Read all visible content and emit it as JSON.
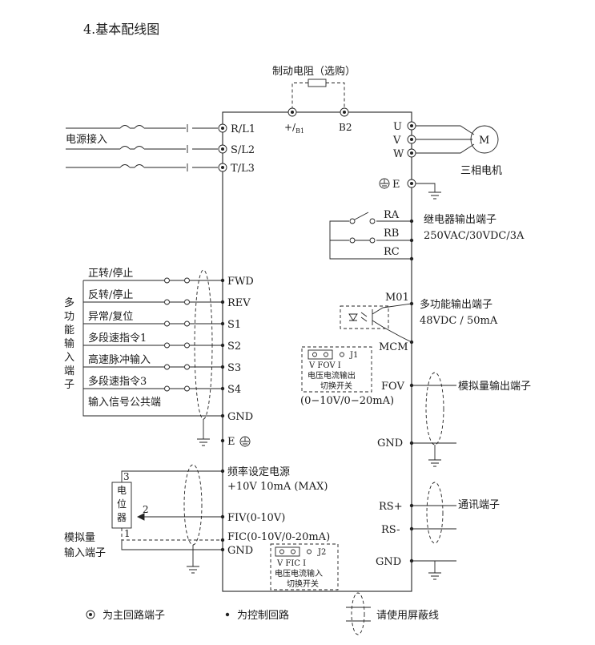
{
  "section_title": "4.基本配线图",
  "brake": {
    "label": "制动电阻（选购）",
    "t1": "+/",
    "t1_sub": "B1",
    "t2": "B2"
  },
  "power": {
    "label": "电源接入",
    "terminals": [
      "R/L1",
      "S/L2",
      "T/L3"
    ]
  },
  "motor": {
    "terminals": [
      "U",
      "V",
      "W"
    ],
    "symbol": "M",
    "label": "三相电机"
  },
  "earth": {
    "label": "E"
  },
  "relay": {
    "terminals": [
      "RA",
      "RB",
      "RC"
    ],
    "label": "继电器输出端子",
    "rating": "250VAC/30VDC/3A"
  },
  "mf_output": {
    "t1": "M01",
    "t2": "MCM",
    "label": "多功能输出端子",
    "rating": "48VDC / 50mA"
  },
  "j1": {
    "name": "J1",
    "sub": "V  FOV  I",
    "cap1": "电压电流输出",
    "cap2": "切换开关",
    "range": "(0−10V/0−20mA)"
  },
  "analog_out": {
    "fov": "FOV",
    "gnd": "GND",
    "label": "模拟量输出端子"
  },
  "comm": {
    "t1": "RS+",
    "t2": "RS-",
    "label": "通讯端子",
    "gnd": "GND"
  },
  "inputs": {
    "group_label": [
      "多",
      "功",
      "能",
      "输",
      "入",
      "端",
      "子"
    ],
    "items": [
      {
        "label": "正转/停止",
        "terminal": "FWD"
      },
      {
        "label": "反转/停止",
        "terminal": "REV"
      },
      {
        "label": "异常/复位",
        "terminal": "S1"
      },
      {
        "label": "多段速指令1",
        "terminal": "S2"
      },
      {
        "label": "高速脉冲输入",
        "terminal": "S3"
      },
      {
        "label": "多段速指令3",
        "terminal": "S4"
      }
    ],
    "common_label": "输入信号公共端",
    "common_terminal": "GND",
    "earth": "E"
  },
  "analog_in": {
    "supply": "频率设定电源",
    "supply_rating": "+10V  10mA (MAX)",
    "fiv": "FIV(0-10V)",
    "fic": "FIC(0-10V/0-20mA)",
    "gnd": "GND",
    "pot": [
      "电",
      "位",
      "器"
    ],
    "pins": [
      "3",
      "2",
      "1"
    ],
    "label1": "模拟量",
    "label2": "输入端子"
  },
  "j2": {
    "name": "J2",
    "sub": "V  FIC  I",
    "cap1": "电压电流输入",
    "cap2": "切换开关"
  },
  "legend": {
    "main": "为主回路端子",
    "ctrl": "为控制回路",
    "shield": "请使用屏蔽线"
  }
}
